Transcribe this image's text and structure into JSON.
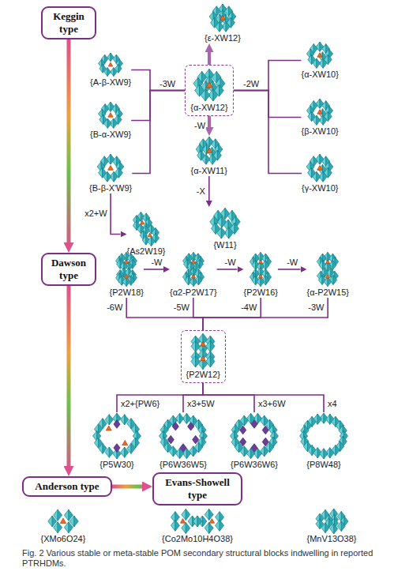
{
  "diagram": {
    "caption": "Fig. 2 Various stable or meta-stable POM secondary structural blocks indwelling in reported PTRHDMs.",
    "nodes": [
      {
        "text": [
          "Keggin type"
        ]
      },
      {
        "text": [
          "{ε-XW12}"
        ]
      },
      {
        "text": [
          "{A-β-XW9}"
        ]
      },
      {
        "text": [
          "{α-XW10}"
        ]
      },
      {
        "text": [
          "{α-XW12}"
        ]
      },
      {
        "text": [
          "{B-α-XW9}"
        ]
      },
      {
        "text": [
          "{β-XW10}"
        ]
      },
      {
        "text": [
          "{α-XW11}"
        ]
      },
      {
        "text": [
          "{B-β-X'W9}"
        ]
      },
      {
        "text": [
          "{γ-XW10}"
        ]
      },
      {
        "text": [
          "{As2W19}"
        ]
      },
      {
        "text": [
          "{W11}"
        ]
      },
      {
        "text": [
          "Dawson type"
        ]
      },
      {
        "text": [
          "{P2W18}"
        ]
      },
      {
        "text": [
          "{α2-P2W17}"
        ]
      },
      {
        "text": [
          "{P2W16}"
        ]
      },
      {
        "text": [
          "{α-P2W15}"
        ]
      },
      {
        "text": [
          "{P2W12}"
        ]
      },
      {
        "text": [
          "{P5W30}"
        ]
      },
      {
        "text": [
          "{P6W36W5}"
        ]
      },
      {
        "text": [
          "{P6W36W6}"
        ]
      },
      {
        "text": [
          "{P8W48}"
        ]
      },
      {
        "text": [
          "Anderson type"
        ]
      },
      {
        "text": [
          "Evans-Showell type"
        ]
      },
      {
        "text": [
          "{XMo6O24}"
        ]
      },
      {
        "text": [
          "{Co2Mo10H4O38}"
        ]
      },
      {
        "text": [
          "{MnV13O38}"
        ]
      }
    ],
    "edges": [
      {
        "from": 0,
        "to": 12,
        "arrow": "to"
      },
      {
        "from": 12,
        "to": 22,
        "arrow": "to"
      },
      {
        "from": 22,
        "to": 23,
        "arrow": "to"
      },
      {
        "from": 4,
        "to": 1,
        "arrow": "to"
      },
      {
        "from": 4,
        "to": 7,
        "label": "-W",
        "arrow": "to"
      },
      {
        "from": 4,
        "to": 2,
        "arrow": "none"
      },
      {
        "from": 4,
        "to": 5,
        "label": "-3W",
        "arrow": "none"
      },
      {
        "from": 4,
        "to": 8,
        "arrow": "none"
      },
      {
        "from": 4,
        "to": 3,
        "arrow": "none"
      },
      {
        "from": 4,
        "to": 6,
        "label": "-2W",
        "arrow": "none"
      },
      {
        "from": 4,
        "to": 9,
        "arrow": "none"
      },
      {
        "from": 8,
        "to": 10,
        "label": "x2+W",
        "arrow": "to"
      },
      {
        "from": 7,
        "to": 11,
        "label": "-X",
        "arrow": "to"
      },
      {
        "from": 13,
        "to": 14,
        "label": "-W",
        "arrow": "to"
      },
      {
        "from": 14,
        "to": 15,
        "label": "-W",
        "arrow": "to"
      },
      {
        "from": 15,
        "to": 16,
        "label": "-W",
        "arrow": "to"
      },
      {
        "from": 13,
        "to": 17,
        "label": "-6W",
        "arrow": "none"
      },
      {
        "from": 14,
        "to": 17,
        "label": "-5W",
        "arrow": "none"
      },
      {
        "from": 15,
        "to": 17,
        "label": "-4W",
        "arrow": "none"
      },
      {
        "from": 16,
        "to": 17,
        "label": "-3W",
        "arrow": "none"
      },
      {
        "from": 17,
        "to": 18,
        "label": "x2+{PW6}",
        "arrow": "none"
      },
      {
        "from": 17,
        "to": 19,
        "label": "x3+5W",
        "arrow": "none"
      },
      {
        "from": 17,
        "to": 20,
        "label": "x3+6W",
        "arrow": "none"
      },
      {
        "from": 17,
        "to": 21,
        "label": "x4",
        "arrow": "none"
      }
    ]
  }
}
